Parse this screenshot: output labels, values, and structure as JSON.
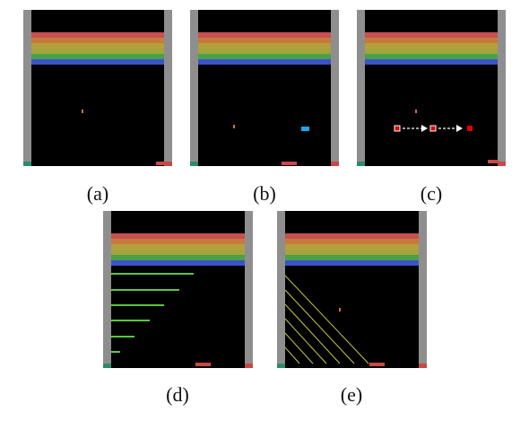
{
  "labels": {
    "a": "(a)",
    "b": "(b)",
    "c": "(c)",
    "d": "(d)",
    "e": "(e)"
  },
  "colors": {
    "background": "#000000",
    "wall": "#8e8e8e",
    "paddle": "#c84848",
    "ball": "#d46a4a",
    "brick_rows": [
      "#c85050",
      "#c87a3c",
      "#b4a03c",
      "#a4a43c",
      "#4aa04a",
      "#3c52c8"
    ],
    "trajectory_lines": "#58c83c",
    "diagonal_lines": "#c8c83c",
    "cyan_block": "#1ea6e6",
    "motion_square": "#e00000"
  }
}
